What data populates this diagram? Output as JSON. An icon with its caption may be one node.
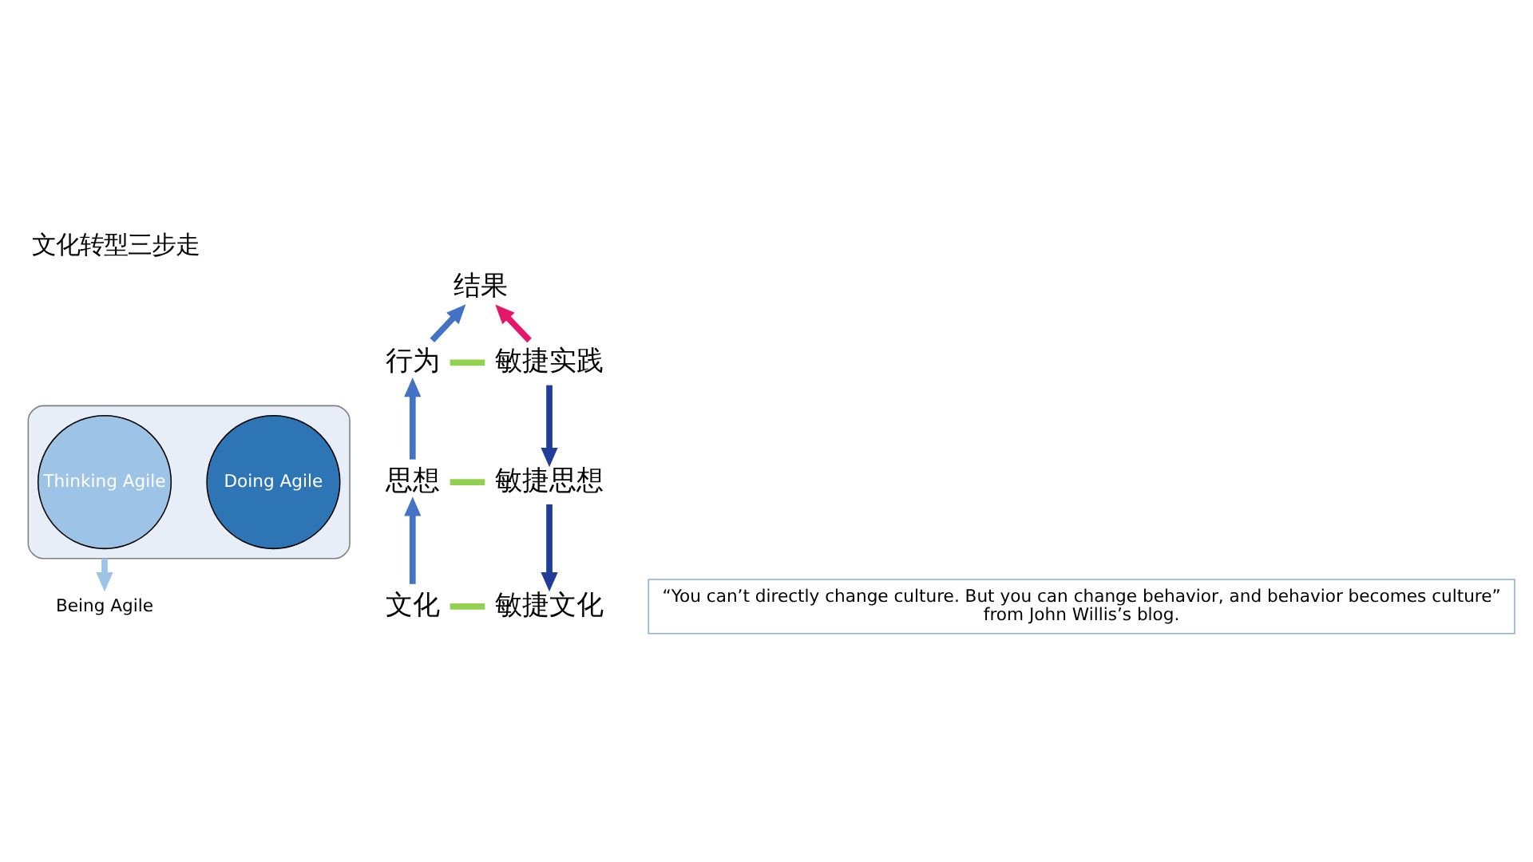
{
  "diagram": {
    "title": "文化转型三步走",
    "nodes": [
      {
        "text": [],
        "shape": "funnel"
      },
      {
        "text": [
          "Doing Agile"
        ],
        "in": 0
      },
      {
        "text": [
          "Thinking Agile"
        ],
        "in": 0
      },
      {
        "text": [
          "Being Agile"
        ]
      },
      {
        "text": [
          "结果"
        ]
      },
      {
        "text": [
          "行为"
        ]
      },
      {
        "text": [
          "敏捷实践"
        ]
      },
      {
        "text": [
          "思想"
        ]
      },
      {
        "text": [
          "敏捷思想"
        ]
      },
      {
        "text": [
          "文化"
        ]
      },
      {
        "text": [
          "敏捷文化"
        ]
      },
      {
        "text": [
          "“You can’t directly change culture. But you can change behavior, and behavior becomes culture” from John Willis’s blog."
        ]
      }
    ],
    "edges": [
      {
        "from": 0,
        "to": 3,
        "arrow": "to",
        "color": "#9dc3e6"
      },
      {
        "from": 6,
        "to": 4,
        "arrow": "to",
        "color": "#e5176a"
      },
      {
        "from": 5,
        "to": 4,
        "arrow": "to",
        "color": "#4472c4"
      },
      {
        "from": 7,
        "to": 5,
        "arrow": "to",
        "color": "#4472c4"
      },
      {
        "from": 9,
        "to": 7,
        "arrow": "to",
        "color": "#4472c4"
      },
      {
        "from": 5,
        "to": 6,
        "arrow": "none",
        "color": "#92d050"
      },
      {
        "from": 7,
        "to": 8,
        "arrow": "none",
        "color": "#92d050"
      },
      {
        "from": 9,
        "to": 10,
        "arrow": "none",
        "color": "#92d050"
      },
      {
        "from": 6,
        "to": 8,
        "arrow": "to",
        "color": "#1f3d99"
      },
      {
        "from": 8,
        "to": 10,
        "arrow": "to",
        "color": "#1f3d99"
      }
    ]
  }
}
